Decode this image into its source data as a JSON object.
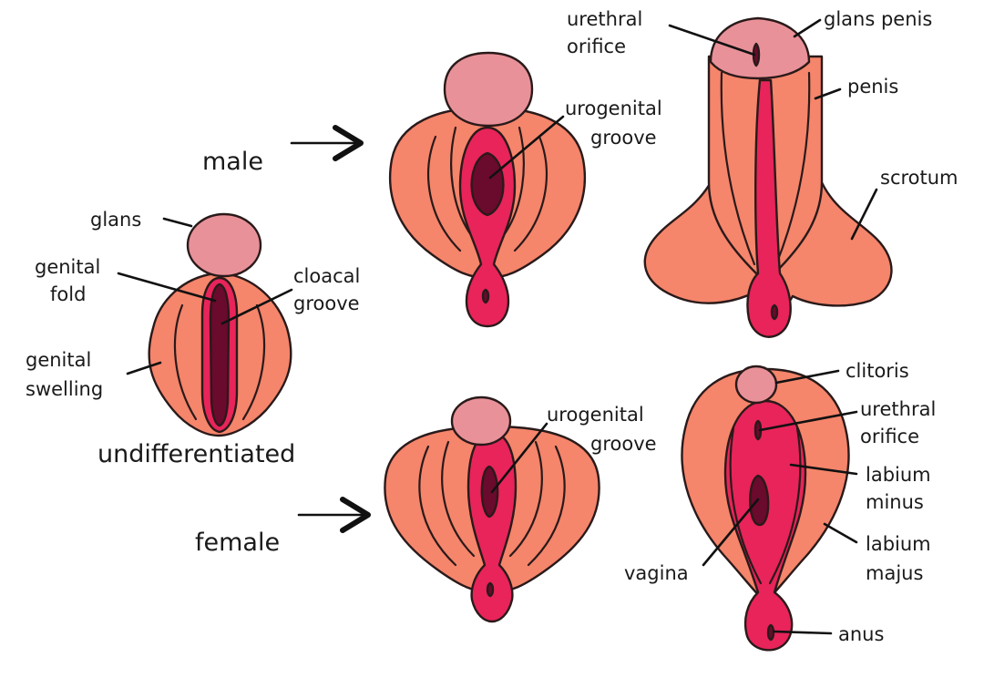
{
  "colors": {
    "swelling": "#f5856b",
    "glans": "#e99199",
    "fold": "#e8245a",
    "groove": "#6a0a2c",
    "outline": "#2a1a1a"
  },
  "stages": {
    "male": "male",
    "female": "female",
    "undifferentiated": "undifferentiated"
  },
  "labels": {
    "undiff_glans": "glans",
    "genital_fold": [
      "genital",
      "fold"
    ],
    "cloacal_groove": [
      "cloacal",
      "groove"
    ],
    "genital_swelling": [
      "genital",
      "swelling"
    ],
    "male_urogenital_groove": [
      "urogenital",
      "groove"
    ],
    "male_urethral_orifice": [
      "urethral",
      "orifice"
    ],
    "glans_penis": "glans penis",
    "penis": "penis",
    "scrotum": "scrotum",
    "female_urogenital_groove": [
      "urogenital",
      "groove"
    ],
    "clitoris": "clitoris",
    "female_urethral_orifice": [
      "urethral",
      "orifice"
    ],
    "labium_minus": [
      "labium",
      "minus"
    ],
    "labium_majus": [
      "labium",
      "majus"
    ],
    "vagina": "vagina",
    "anus": "anus"
  }
}
